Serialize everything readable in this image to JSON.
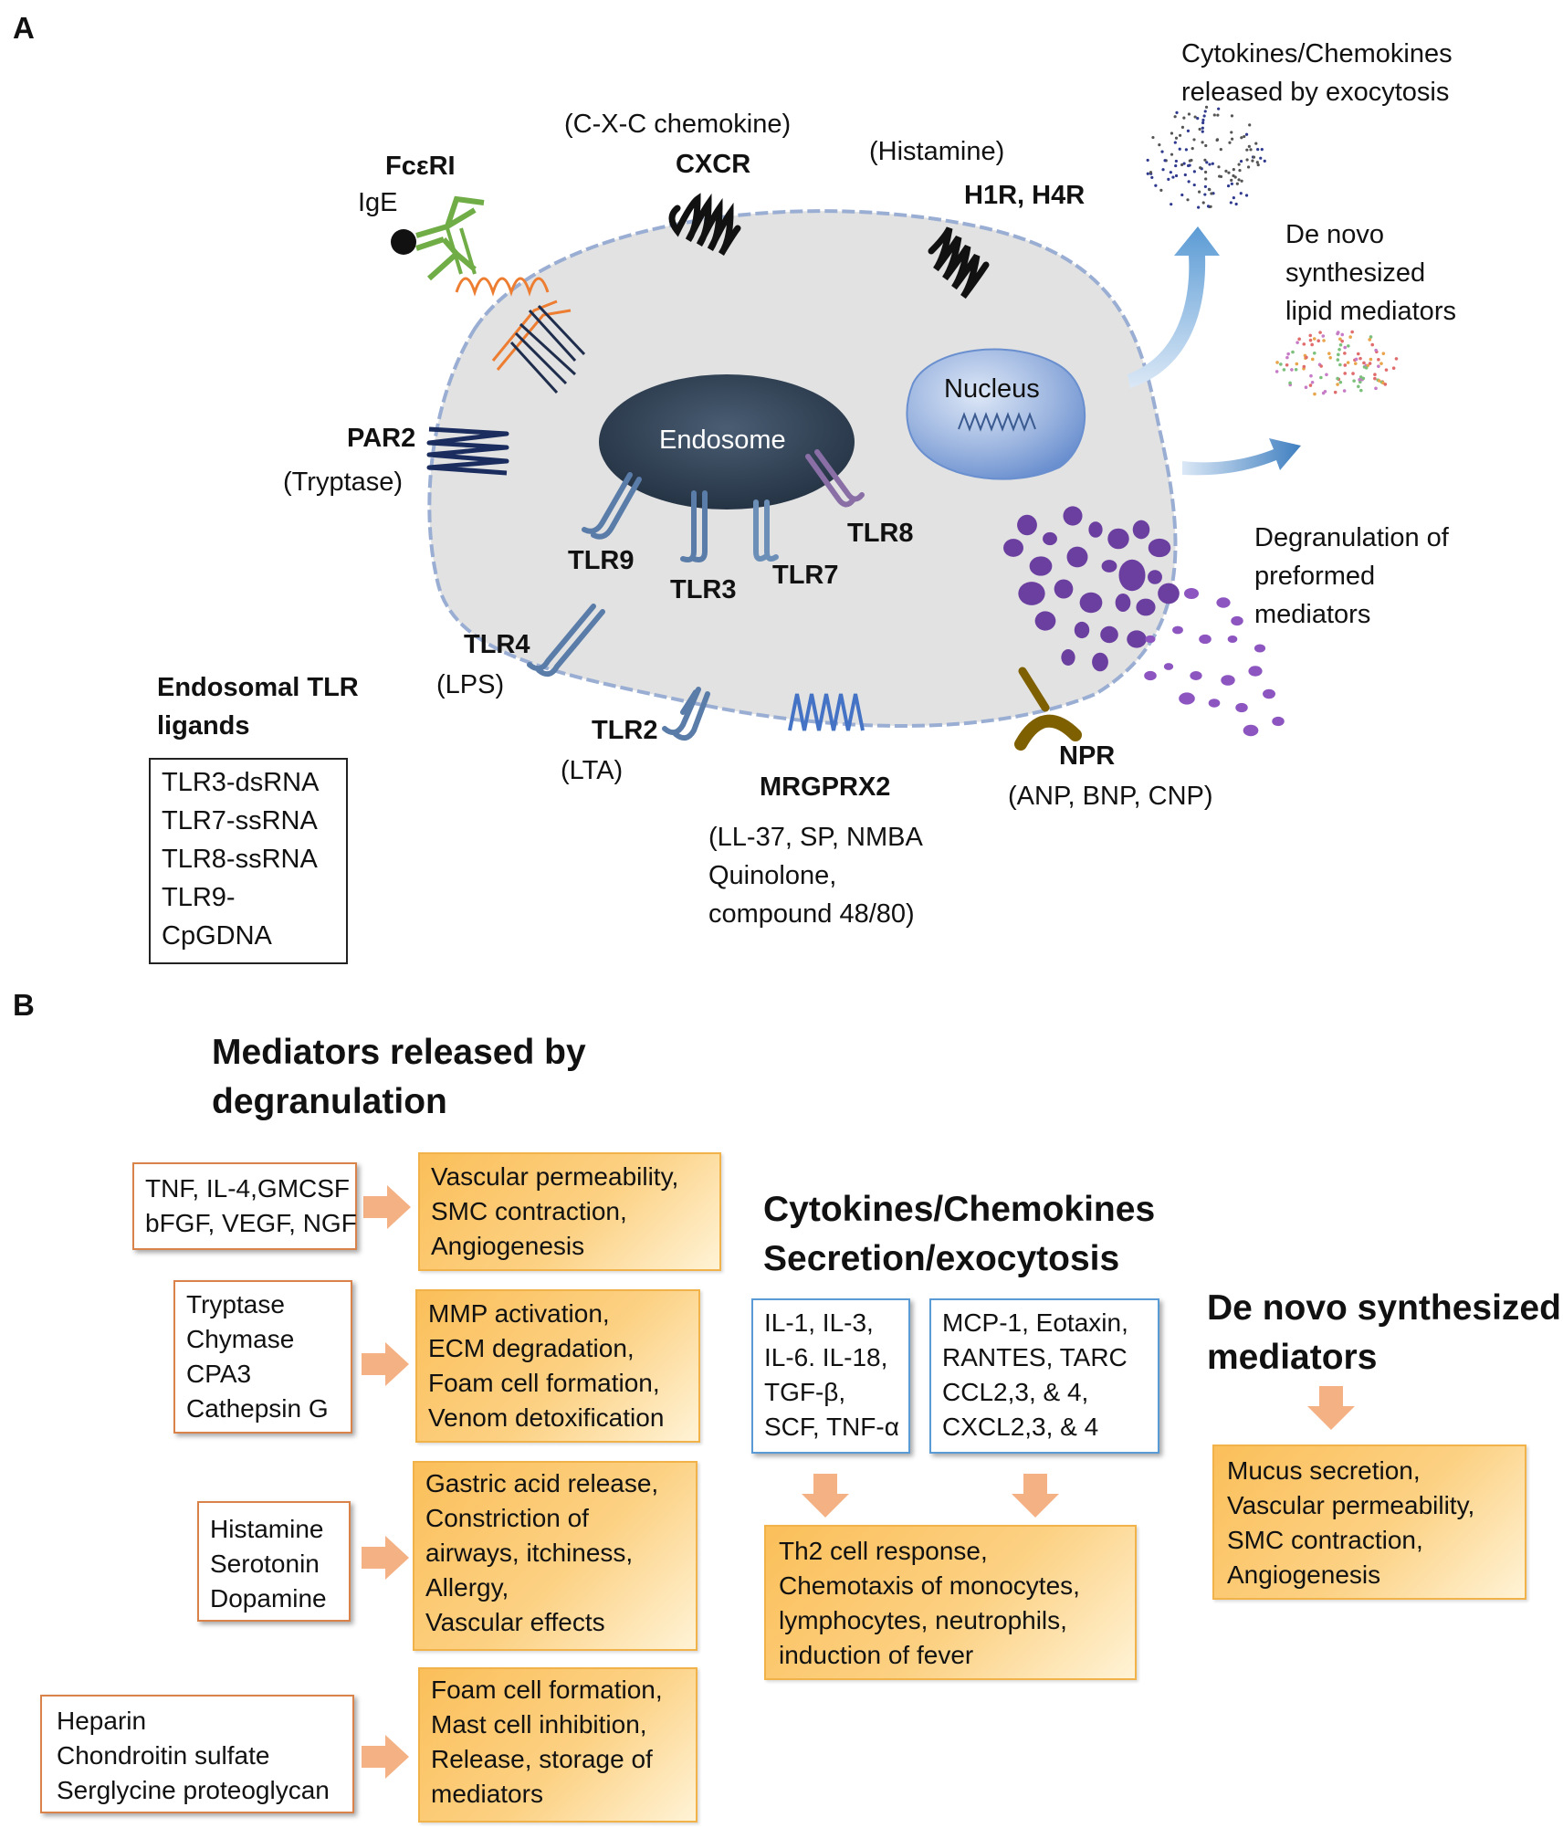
{
  "panel_a": {
    "label": "A",
    "receptors": {
      "fceri": {
        "name": "FcεRI",
        "ligand": "IgE"
      },
      "cxcr": {
        "ligand": "(C-X-C chemokine)",
        "name": "CXCR"
      },
      "h1r_h4r": {
        "ligand": "(Histamine)",
        "name": "H1R, H4R"
      },
      "par2": {
        "name": "PAR2",
        "ligand": "(Tryptase)"
      },
      "tlr9": {
        "name": "TLR9"
      },
      "tlr3": {
        "name": "TLR3"
      },
      "tlr7": {
        "name": "TLR7"
      },
      "tlr8": {
        "name": "TLR8"
      },
      "tlr4": {
        "name": "TLR4",
        "ligand": "(LPS)"
      },
      "tlr2": {
        "name": "TLR2",
        "ligand": "(LTA)"
      },
      "mrgprx2": {
        "name": "MRGPRX2",
        "ligands": [
          "(LL-37, SP, NMBA",
          "Quinolone,",
          "compound 48/80)"
        ]
      },
      "npr": {
        "name": "NPR",
        "ligand": "(ANP, BNP,  CNP)"
      }
    },
    "organelles": {
      "endosome": "Endosome",
      "nucleus": "Nucleus"
    },
    "outputs": {
      "exocytosis": [
        "Cytokines/Chemokines",
        "released by exocytosis"
      ],
      "lipid": [
        "De novo",
        "synthesized",
        "lipid mediators"
      ],
      "degranulation": [
        "Degranulation of",
        "preformed",
        "mediators"
      ]
    },
    "endosomal_ligands": {
      "title": [
        "Endosomal TLR",
        "ligands"
      ],
      "items": [
        "TLR3-dsRNA",
        "TLR7-ssRNA",
        "TLR8-ssRNA",
        "TLR9-",
        "CpGDNA"
      ]
    },
    "colors": {
      "cell": "#e3e3e3",
      "cell_border": "#9aaed3",
      "endosome": "#2c3e50",
      "nucleus": "#8ea9db",
      "granule": "#6b3fa0",
      "fceri_green": "#70ad47",
      "fceri_orange": "#ed7d31",
      "tlr": "#5a7ca8",
      "npr": "#7f6000",
      "arrow": "#5b9bd5"
    }
  },
  "panel_b": {
    "label": "B",
    "degranulation": {
      "title": [
        "Mediators released by",
        "degranulation"
      ],
      "rows": [
        {
          "mediators": [
            "TNF, IL-4,GMCSF",
            "bFGF, VEGF, NGF"
          ],
          "effects": [
            "Vascular permeability,",
            "SMC contraction,",
            "Angiogenesis"
          ]
        },
        {
          "mediators": [
            "Tryptase",
            "Chymase",
            "CPA3",
            "Cathepsin G"
          ],
          "effects": [
            "MMP activation,",
            "ECM degradation,",
            "Foam cell formation,",
            "Venom detoxification"
          ]
        },
        {
          "mediators": [
            "Histamine",
            "Serotonin",
            "Dopamine"
          ],
          "effects": [
            "Gastric acid release,",
            "Constriction of",
            "airways, itchiness,",
            "Allergy,",
            "Vascular effects"
          ]
        },
        {
          "mediators": [
            "Heparin",
            "Chondroitin sulfate",
            "Serglycine proteoglycan"
          ],
          "effects": [
            "Foam cell formation,",
            "Mast cell inhibition,",
            "Release, storage of",
            "mediators"
          ]
        }
      ]
    },
    "cytokines": {
      "title": [
        "Cytokines/Chemokines",
        "Secretion/exocytosis"
      ],
      "box1": [
        "IL-1, IL-3,",
        "IL-6. IL-18,",
        "TGF-β,",
        "SCF, TNF-α"
      ],
      "box2": [
        "MCP-1, Eotaxin,",
        "RANTES, TARC",
        "CCL2,3, & 4,",
        "CXCL2,3, & 4"
      ],
      "effects": [
        "Th2 cell response,",
        "Chemotaxis of monocytes,",
        "lymphocytes, neutrophils,",
        "induction of fever"
      ]
    },
    "denovo": {
      "title": [
        "De novo synthesized",
        "mediators"
      ],
      "effects": [
        "Mucus secretion,",
        "Vascular permeability,",
        "SMC contraction,",
        "Angiogenesis"
      ]
    },
    "colors": {
      "arrow": "#f4b183",
      "effect_box": "#fbbf5a",
      "mediator_border": "#d9824a",
      "cytokine_border": "#5b9bd5"
    }
  }
}
